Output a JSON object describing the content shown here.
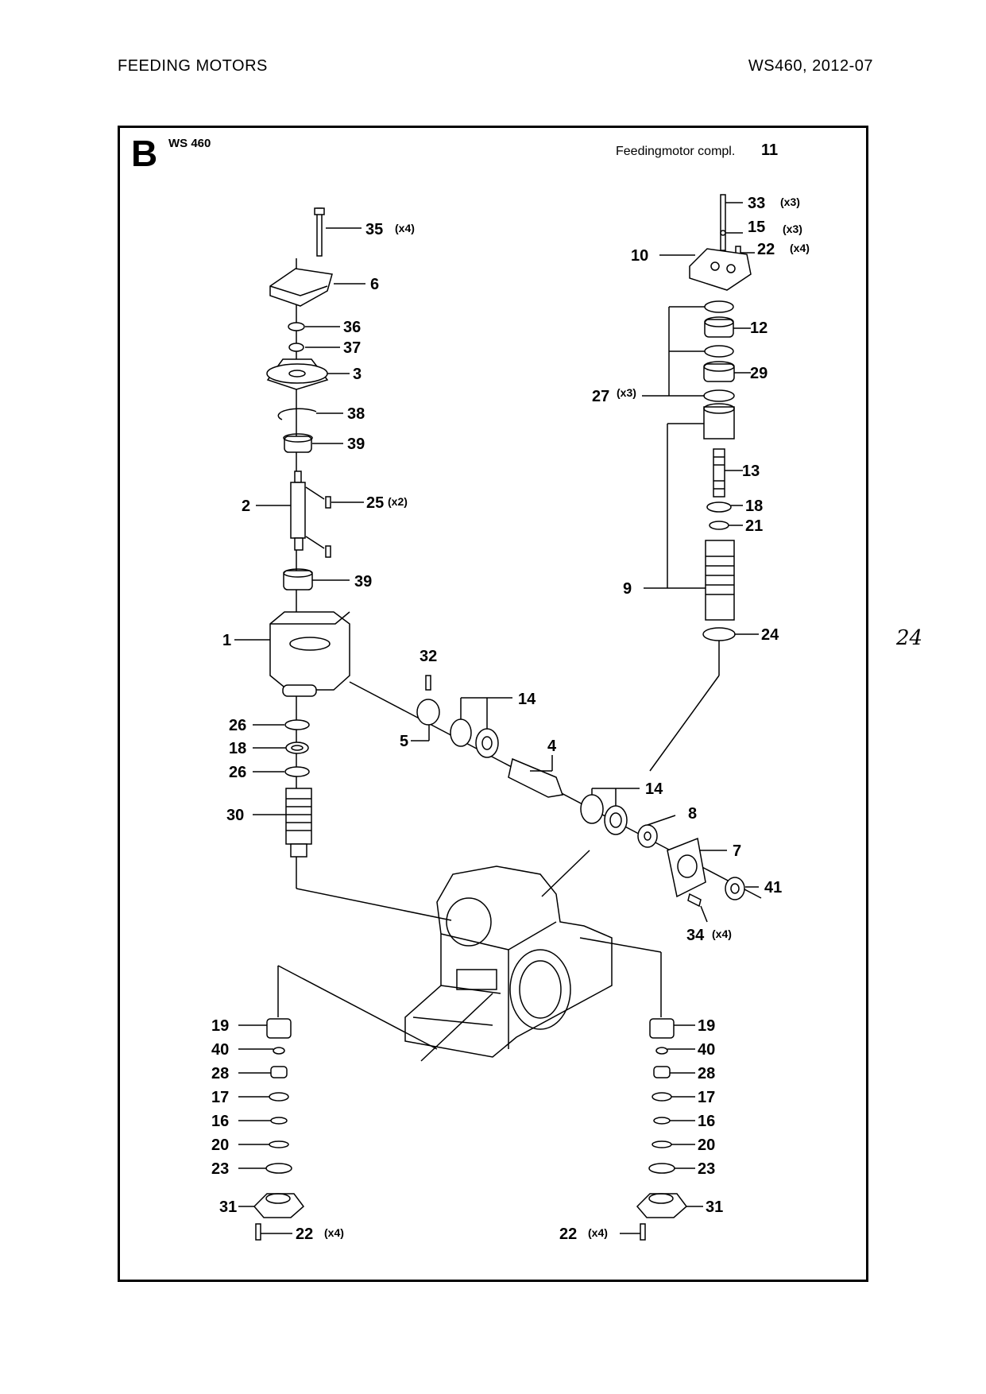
{
  "header": {
    "title": "FEEDING MOTORS",
    "model_date": "WS460, 2012-07"
  },
  "diagram": {
    "section_letter": "B",
    "model": "WS 460",
    "assembly_label": "Feedingmotor compl.",
    "assembly_number": "11",
    "page_number": "24",
    "part_labels": [
      {
        "num": "35",
        "qty": "(x4)"
      },
      {
        "num": "6",
        "qty": ""
      },
      {
        "num": "36",
        "qty": ""
      },
      {
        "num": "37",
        "qty": ""
      },
      {
        "num": "3",
        "qty": ""
      },
      {
        "num": "38",
        "qty": ""
      },
      {
        "num": "39",
        "qty": ""
      },
      {
        "num": "2",
        "qty": ""
      },
      {
        "num": "25",
        "qty": "(x2)"
      },
      {
        "num": "39",
        "qty": ""
      },
      {
        "num": "1",
        "qty": ""
      },
      {
        "num": "26",
        "qty": ""
      },
      {
        "num": "18",
        "qty": ""
      },
      {
        "num": "26",
        "qty": ""
      },
      {
        "num": "30",
        "qty": ""
      },
      {
        "num": "32",
        "qty": ""
      },
      {
        "num": "5",
        "qty": ""
      },
      {
        "num": "14",
        "qty": ""
      },
      {
        "num": "4",
        "qty": ""
      },
      {
        "num": "14",
        "qty": ""
      },
      {
        "num": "8",
        "qty": ""
      },
      {
        "num": "7",
        "qty": ""
      },
      {
        "num": "41",
        "qty": ""
      },
      {
        "num": "34",
        "qty": "(x4)"
      },
      {
        "num": "33",
        "qty": "(x3)"
      },
      {
        "num": "15",
        "qty": "(x3)"
      },
      {
        "num": "22",
        "qty": "(x4)"
      },
      {
        "num": "10",
        "qty": ""
      },
      {
        "num": "12",
        "qty": ""
      },
      {
        "num": "29",
        "qty": ""
      },
      {
        "num": "27",
        "qty": "(x3)"
      },
      {
        "num": "13",
        "qty": ""
      },
      {
        "num": "18",
        "qty": ""
      },
      {
        "num": "21",
        "qty": ""
      },
      {
        "num": "9",
        "qty": ""
      },
      {
        "num": "24",
        "qty": ""
      },
      {
        "num": "19",
        "qty": ""
      },
      {
        "num": "40",
        "qty": ""
      },
      {
        "num": "28",
        "qty": ""
      },
      {
        "num": "17",
        "qty": ""
      },
      {
        "num": "16",
        "qty": ""
      },
      {
        "num": "20",
        "qty": ""
      },
      {
        "num": "23",
        "qty": ""
      },
      {
        "num": "31",
        "qty": ""
      },
      {
        "num": "22",
        "qty": "(x4)"
      },
      {
        "num": "19",
        "qty": ""
      },
      {
        "num": "40",
        "qty": ""
      },
      {
        "num": "28",
        "qty": ""
      },
      {
        "num": "17",
        "qty": ""
      },
      {
        "num": "16",
        "qty": ""
      },
      {
        "num": "20",
        "qty": ""
      },
      {
        "num": "23",
        "qty": ""
      },
      {
        "num": "31",
        "qty": ""
      },
      {
        "num": "22",
        "qty": "(x4)"
      }
    ]
  }
}
